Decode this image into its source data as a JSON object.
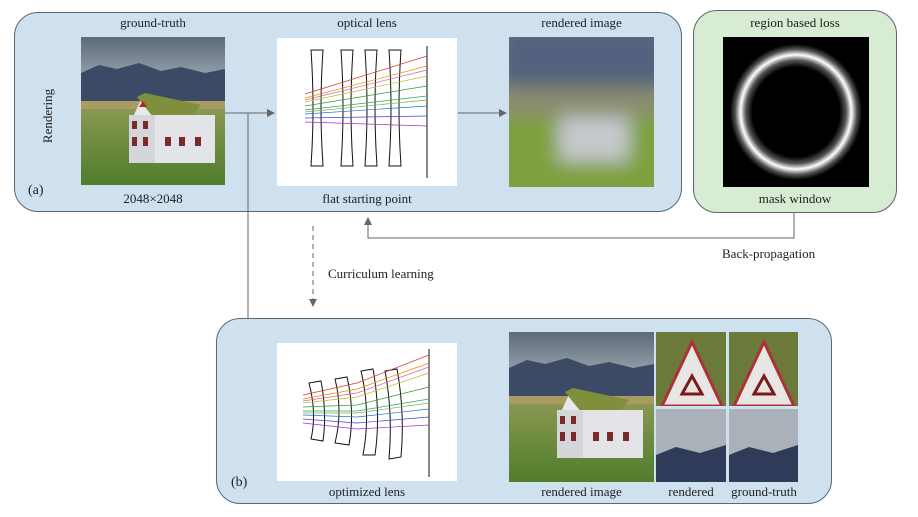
{
  "panel_a": {
    "label": "(a)",
    "side_label": "Rendering",
    "ground_truth_title": "ground-truth",
    "ground_truth_caption": "2048×2048",
    "lens_title": "optical lens",
    "lens_caption": "flat starting point",
    "rendered_title": "rendered image"
  },
  "loss_panel": {
    "title": "region based loss",
    "caption": "mask window"
  },
  "middle": {
    "backprop_label": "Back-propagation",
    "curriculum_label": "Curriculum learning"
  },
  "panel_b": {
    "label": "(b)",
    "lens_caption": "optimized lens",
    "rendered_caption": "rendered image",
    "crop_rendered_caption": "rendered",
    "crop_gt_caption": "ground-truth"
  },
  "colors": {
    "panel_blue": "#cfe0ef",
    "panel_green": "#d8ebd3",
    "border": "#5a6670",
    "arrow": "#666666"
  },
  "icons": {
    "house_photo": "house-photo",
    "lens_diagram": "lens-diagram",
    "mask": "ring-mask"
  }
}
